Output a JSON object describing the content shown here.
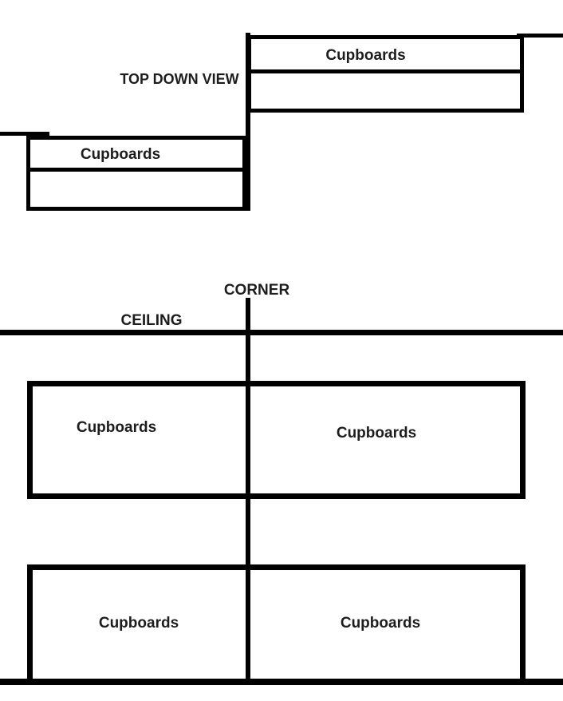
{
  "diagram": {
    "top_view": {
      "title": "TOP DOWN VIEW",
      "right_unit_label": "Cupboards",
      "left_unit_label": "Cupboards"
    },
    "elevation": {
      "corner_label": "CORNER",
      "ceiling_label": "CEILING",
      "upper_left_label": "Cupboards",
      "upper_right_label": "Cupboards",
      "lower_left_label": "Cupboards",
      "lower_right_label": "Cupboards"
    },
    "colors": {
      "line": "#000000",
      "text": "#1d1d1d",
      "background": "#ffffff"
    }
  }
}
